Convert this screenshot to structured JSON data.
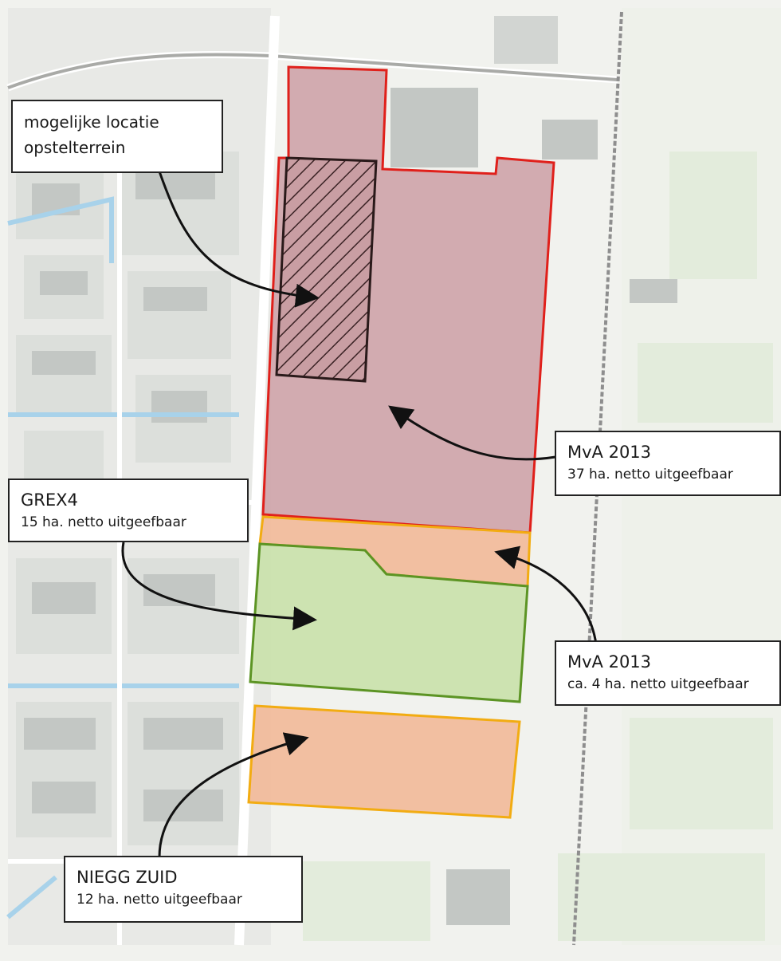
{
  "map": {
    "colors": {
      "background": "#f1f2ee",
      "block": "#dcdfdb",
      "building": "#c3c7c4",
      "field": "#e3ecdc",
      "water": "#a8d2ea",
      "rail": "#8e8e8e",
      "boundary_red": "#e0201b",
      "fill_red": "#cc9fa4",
      "boundary_orange": "#f2ac12",
      "fill_orange": "#f2b998",
      "boundary_green": "#5c9424",
      "fill_green": "#c7e0a6"
    },
    "areas": [
      {
        "id": "mva-2013-north",
        "kind": "plan-area",
        "color": "red"
      },
      {
        "id": "opstelterrein",
        "kind": "hatched-location",
        "color": "dark"
      },
      {
        "id": "mva-2013-strip",
        "kind": "plan-area",
        "color": "orange"
      },
      {
        "id": "grex4",
        "kind": "plan-area",
        "color": "green"
      },
      {
        "id": "niegg-zuid",
        "kind": "plan-area",
        "color": "orange"
      }
    ]
  },
  "labels": {
    "opstelterrein": {
      "line1": "mogelijke locatie",
      "line2": "opstelterrein"
    },
    "mva_north": {
      "line1": "MvA 2013",
      "line2": "37 ha. netto uitgeefbaar"
    },
    "grex4": {
      "line1": "GREX4",
      "line2": "15 ha. netto uitgeefbaar"
    },
    "mva_strip": {
      "line1": "MvA 2013",
      "line2": "ca. 4 ha. netto uitgeefbaar"
    },
    "niegg_zuid": {
      "line1": "NIEGG ZUID",
      "line2": "12 ha. netto uitgeefbaar"
    }
  }
}
